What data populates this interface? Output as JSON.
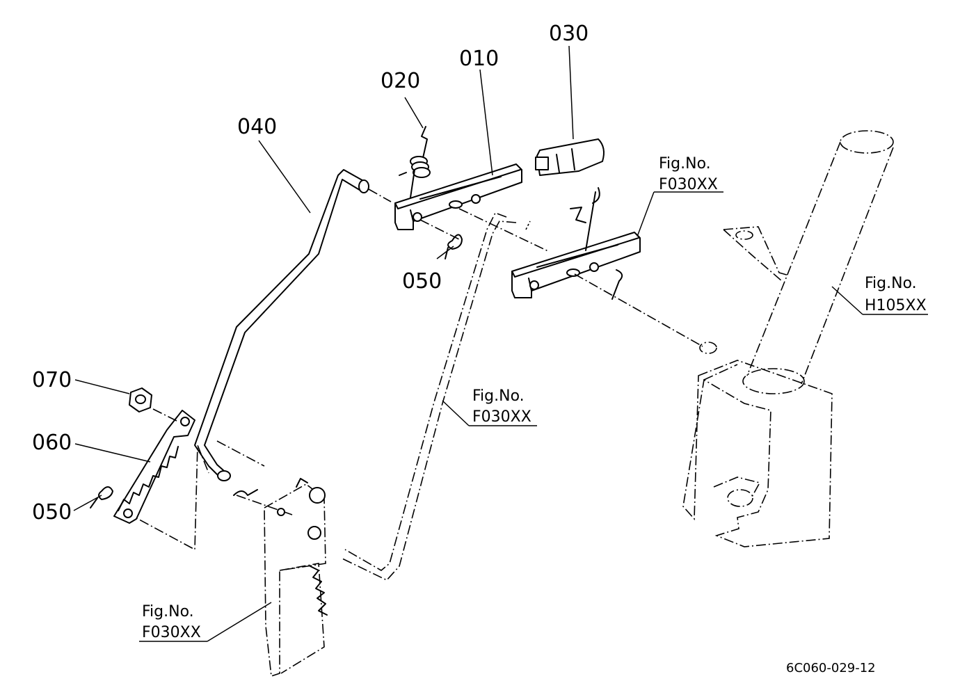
{
  "parts": [
    {
      "id": "p010",
      "label": "010"
    },
    {
      "id": "p020",
      "label": "020"
    },
    {
      "id": "p030",
      "label": "030"
    },
    {
      "id": "p040",
      "label": "040"
    },
    {
      "id": "p050a",
      "label": "050"
    },
    {
      "id": "p050b",
      "label": "050"
    },
    {
      "id": "p060",
      "label": "060"
    },
    {
      "id": "p070",
      "label": "070"
    }
  ],
  "figure_refs": [
    {
      "caption": "Fig.No.",
      "code": "F030XX"
    },
    {
      "caption": "Fig.No.",
      "code": "H105XX"
    },
    {
      "caption": "Fig.No.",
      "code": "F030XX"
    },
    {
      "caption": "Fig.No.",
      "code": "F030XX"
    }
  ],
  "drawing_code": "6C060-029-12"
}
